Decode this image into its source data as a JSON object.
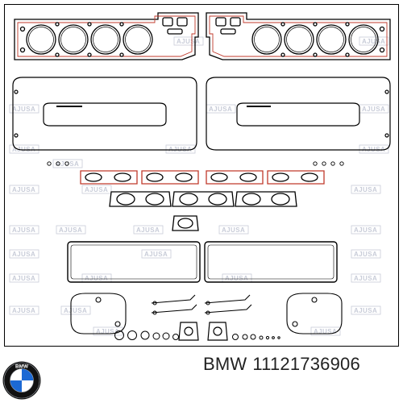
{
  "product": {
    "brand": "BMW",
    "part_number": "11121736906"
  },
  "watermark": {
    "text": "AJUSA",
    "color": "#c8ccd8"
  },
  "logo": {
    "name": "bmw-roundel",
    "letters": "BMW",
    "colors": {
      "blue": "#1c69d4",
      "white": "#ffffff",
      "ring": "#111111",
      "letters": "#ffffff"
    }
  },
  "colors": {
    "line": "#000000",
    "gasket_red": "#c0392b",
    "background": "#ffffff"
  }
}
